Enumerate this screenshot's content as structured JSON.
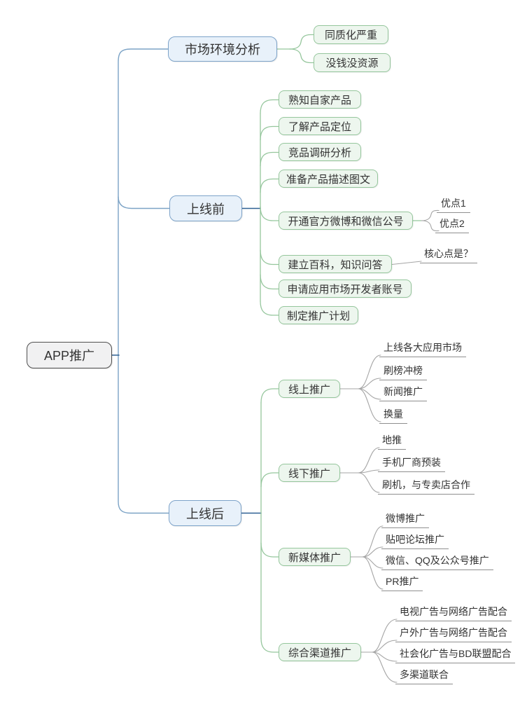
{
  "mindmap": {
    "root": {
      "label": "APP推广"
    },
    "branches": [
      {
        "label": "市场环境分析",
        "children": [
          {
            "label": "同质化严重"
          },
          {
            "label": "没钱没资源"
          }
        ]
      },
      {
        "label": "上线前",
        "children": [
          {
            "label": "熟知自家产品"
          },
          {
            "label": "了解产品定位"
          },
          {
            "label": "竞品调研分析"
          },
          {
            "label": "准备产品描述图文"
          },
          {
            "label": "开通官方微博和微信公号",
            "children": [
              {
                "label": "优点1"
              },
              {
                "label": "优点2"
              }
            ]
          },
          {
            "label": "建立百科，知识问答",
            "children": [
              {
                "label": "核心点是？"
              }
            ]
          },
          {
            "label": "申请应用市场开发者账号"
          },
          {
            "label": "制定推广计划"
          }
        ]
      },
      {
        "label": "上线后",
        "children": [
          {
            "label": "线上推广",
            "children": [
              {
                "label": "上线各大应用市场"
              },
              {
                "label": "刷榜冲榜"
              },
              {
                "label": "新闻推广"
              },
              {
                "label": "换量"
              }
            ]
          },
          {
            "label": "线下推广",
            "children": [
              {
                "label": "地推"
              },
              {
                "label": "手机厂商预装"
              },
              {
                "label": "刷机，与专卖店合作"
              }
            ]
          },
          {
            "label": "新媒体推广",
            "children": [
              {
                "label": "微博推广"
              },
              {
                "label": "贴吧论坛推广"
              },
              {
                "label": "微信、QQ及公众号推广"
              },
              {
                "label": "PR推广"
              }
            ]
          },
          {
            "label": "综合渠道推广",
            "children": [
              {
                "label": "电视广告与网络广告配合"
              },
              {
                "label": "户外广告与网络广告配合"
              },
              {
                "label": "社会化广告与BD联盟配合"
              },
              {
                "label": "多渠道联合"
              }
            ]
          }
        ]
      }
    ],
    "colors": {
      "trunk_blue": "#7ca3c6",
      "stub_dark_blue": "#2e6093",
      "branch_green": "#95c69c",
      "leaf_gray": "#a5a5a5",
      "underline_gray": "#8f8f8f",
      "blue_box_fill": "#e8f1fa",
      "blue_box_border": "#7da3c9",
      "green_box_fill": "#edf6ee",
      "green_box_border": "#95c69c",
      "root_fill": "#f1f1f2",
      "root_border": "#4f4f4f",
      "text": "#333333"
    }
  }
}
